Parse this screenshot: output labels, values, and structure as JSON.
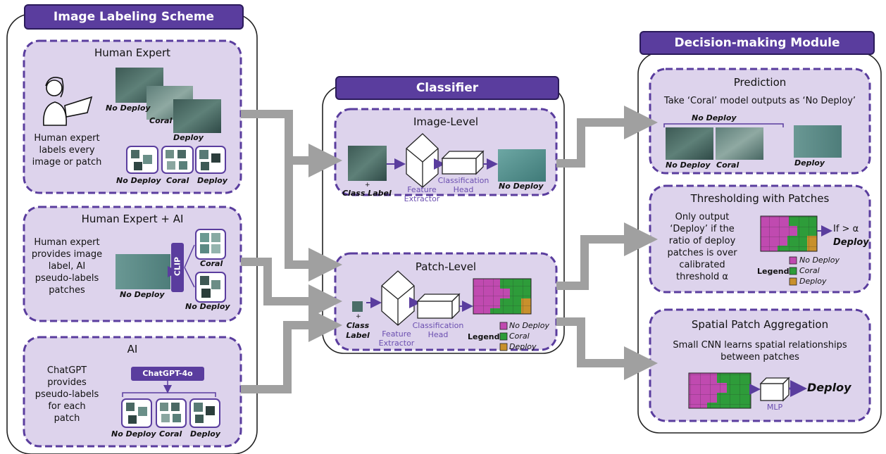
{
  "headers": {
    "labeling": "Image Labeling Scheme",
    "classifier": "Classifier",
    "decision": "Decision-making Module"
  },
  "human_expert": {
    "title": "Human Expert",
    "desc": [
      "Human expert",
      "labels every",
      "image or patch"
    ],
    "img_labels": [
      "No Deploy",
      "Coral",
      "Deploy"
    ],
    "patch_labels": [
      "No Deploy",
      "Coral",
      "Deploy"
    ]
  },
  "human_ai": {
    "title": "Human Expert + AI",
    "desc": [
      "Human expert",
      "provides image",
      "label, AI",
      "pseudo-labels",
      "patches"
    ],
    "clip": "CLIP",
    "img_label": "No Deploy",
    "out_labels": [
      "Coral",
      "No Deploy"
    ]
  },
  "ai": {
    "title": "AI",
    "desc": [
      "ChatGPT",
      "provides",
      "pseudo-labels",
      "for each",
      "patch"
    ],
    "model": "ChatGPT-4o",
    "labels": [
      "No Deploy",
      "Coral",
      "Deploy"
    ]
  },
  "image_level": {
    "title": "Image-Level",
    "plus": "+",
    "class_label": "Class Label",
    "feature": [
      "Feature",
      "Extractor"
    ],
    "head": [
      "Classification",
      "Head"
    ],
    "output": "No Deploy"
  },
  "patch_level": {
    "title": "Patch-Level",
    "plus": "+",
    "class_label": [
      "Class",
      "Label"
    ],
    "feature": [
      "Feature",
      "Extractor"
    ],
    "head": [
      "Classification",
      "Head"
    ],
    "legend_title": "Legend",
    "legend": [
      "No Deploy",
      "Coral",
      "Deploy"
    ]
  },
  "prediction": {
    "title": "Prediction",
    "desc": "Take ‘Coral’ model outputs as ‘No Deploy’",
    "group_label": "No Deploy",
    "labels": [
      "No Deploy",
      "Coral",
      "Deploy"
    ]
  },
  "thresholding": {
    "title": "Thresholding with Patches",
    "desc": [
      "Only output",
      "‘Deploy’ if the",
      "ratio of deploy",
      "patches is over",
      "calibrated",
      "threshold α"
    ],
    "if_text": "If > α",
    "result": "Deploy",
    "legend_title": "Legend",
    "legend": [
      "No Deploy",
      "Coral",
      "Deploy"
    ]
  },
  "spatial": {
    "title": "Spatial Patch Aggregation",
    "desc": [
      "Small CNN learns spatial relationships",
      "between patches"
    ],
    "mlp": "MLP",
    "result": "Deploy"
  },
  "colors": {
    "panel_fill": "#ddd3ec",
    "panel_border": "#5a3d9e",
    "header": "#5a3d9e",
    "arrow": "#a0a0a0",
    "no_deploy": "#c04ab0",
    "coral": "#2e9c3a",
    "deploy": "#c8902c"
  }
}
